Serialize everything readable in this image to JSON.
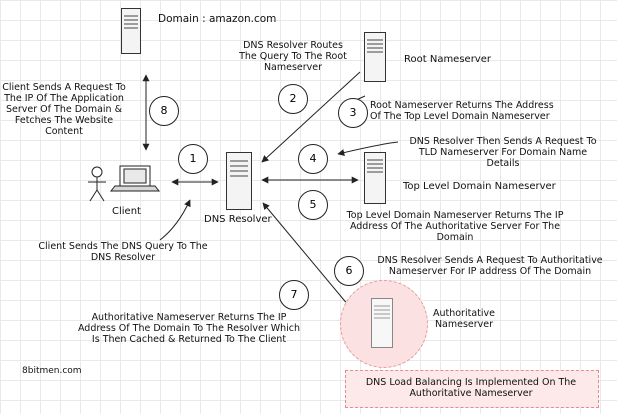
{
  "nodes": {
    "domain_label": "Domain : amazon.com",
    "root_label": "Root Nameserver",
    "tld_label": "Top Level Domain Nameserver",
    "client_label": "Client",
    "resolver_label": "DNS Resolver",
    "auth_label": "Authoritative\nNameserver"
  },
  "steps": [
    {
      "num": "1",
      "text": "Client Sends The DNS Query To The\nDNS Resolver"
    },
    {
      "num": "2",
      "text": "DNS Resolver Routes\nThe Query To The Root\nNameserver"
    },
    {
      "num": "3",
      "text": "Root Nameserver Returns The Address\nOf The Top Level Domain Nameserver"
    },
    {
      "num": "4",
      "text": "DNS Resolver Then Sends A Request To\nTLD Nameserver For Domain Name\nDetails"
    },
    {
      "num": "5",
      "text": "Top Level Domain Nameserver Returns The IP\nAddress Of The Authoritative Server For The\nDomain"
    },
    {
      "num": "6",
      "text": "DNS Resolver Sends A Request To Authoritative\nNameserver For IP address Of The Domain"
    },
    {
      "num": "7",
      "text": "Authoritative Nameserver Returns The IP\nAddress Of The Domain To The Resolver  Which\nIs Then Cached & Returned To The Client"
    },
    {
      "num": "8",
      "text": "Client Sends A Request To\nThe IP Of The Application\nServer Of The Domain &\nFetches The Website\nContent"
    }
  ],
  "load_balancing_note": "DNS Load Balancing Is Implemented On The\nAuthoritative Nameserver",
  "watermark": "8bitmen.com",
  "colors": {
    "line": "#222222",
    "highlight_fill": "#fde9e9",
    "highlight_border": "#e58c8c"
  }
}
